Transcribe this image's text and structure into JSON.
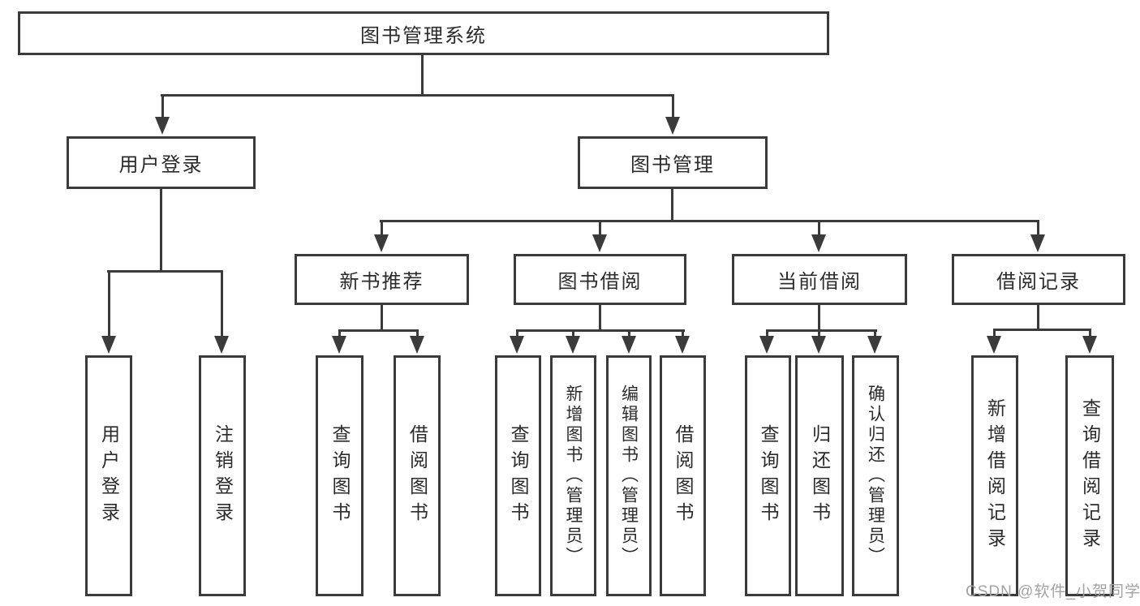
{
  "nodes": {
    "root": {
      "label": "图书管理系统"
    },
    "user_login": {
      "label": "用户登录"
    },
    "book_mgmt": {
      "label": "图书管理"
    },
    "new_book_rec": {
      "label": "新书推荐"
    },
    "book_borrow": {
      "label": "图书借阅"
    },
    "current_borrow": {
      "label": "当前借阅"
    },
    "borrow_records": {
      "label": "借阅记录"
    },
    "leaf_user_login": {
      "label": "用户登录"
    },
    "leaf_logout": {
      "label": "注销登录"
    },
    "leaf_nb_query": {
      "label": "查询图书"
    },
    "leaf_nb_borrow": {
      "label": "借阅图书"
    },
    "leaf_bb_query": {
      "label": "查询图书"
    },
    "leaf_bb_add": {
      "label": "新增图书（管理员）"
    },
    "leaf_bb_edit": {
      "label": "编辑图书（管理员）"
    },
    "leaf_bb_borrow": {
      "label": "借阅图书"
    },
    "leaf_cb_query": {
      "label": "查询图书"
    },
    "leaf_cb_return": {
      "label": "归还图书"
    },
    "leaf_cb_confirm": {
      "label": "确认归还（管理员）"
    },
    "leaf_br_add": {
      "label": "新增借阅记录"
    },
    "leaf_br_query": {
      "label": "查询借阅记录"
    }
  },
  "hierarchy": {
    "root": [
      "user_login",
      "book_mgmt"
    ],
    "user_login": [
      "leaf_user_login",
      "leaf_logout"
    ],
    "book_mgmt": [
      "new_book_rec",
      "book_borrow",
      "current_borrow",
      "borrow_records"
    ],
    "new_book_rec": [
      "leaf_nb_query",
      "leaf_nb_borrow"
    ],
    "book_borrow": [
      "leaf_bb_query",
      "leaf_bb_add",
      "leaf_bb_edit",
      "leaf_bb_borrow"
    ],
    "current_borrow": [
      "leaf_cb_query",
      "leaf_cb_return",
      "leaf_cb_confirm"
    ],
    "borrow_records": [
      "leaf_br_add",
      "leaf_br_query"
    ]
  },
  "watermark": {
    "text": "CSDN @软件_小贺同学"
  },
  "colors": {
    "line": "#3b3b3b",
    "text": "#2b2b2b",
    "box_fill": "#ffffff",
    "background": "#ffffff",
    "watermark": "#a3a3a3"
  }
}
